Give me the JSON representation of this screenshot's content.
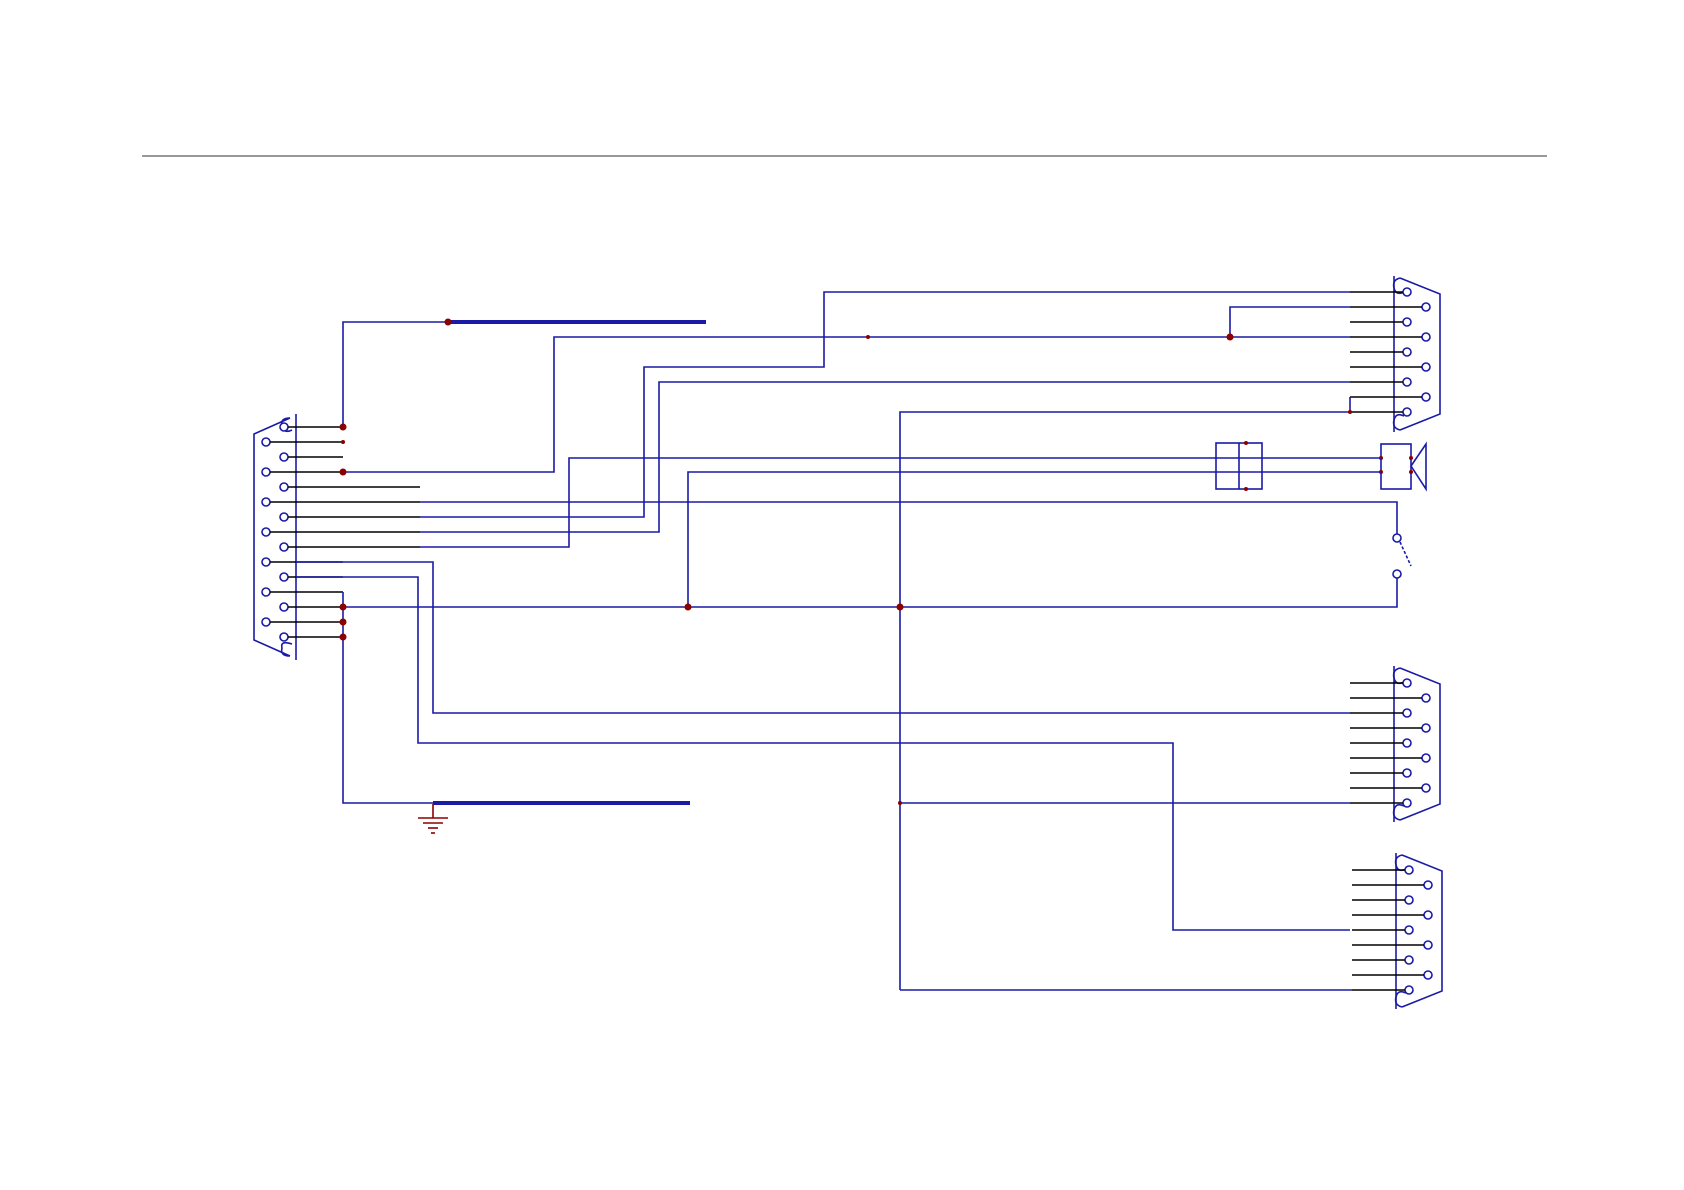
{
  "diagram": {
    "type": "schematic",
    "description_visible_text": "",
    "colors": {
      "wire": "#1a1aa6",
      "junction": "#8b0000",
      "ground": "#8b0000",
      "lead": "#000000"
    },
    "components": [
      {
        "name": "db15-connector-main",
        "kind": "connector",
        "pins": 15
      },
      {
        "name": "db9-connector-top",
        "kind": "connector",
        "pins": 9
      },
      {
        "name": "db9-connector-middle",
        "kind": "connector",
        "pins": 9
      },
      {
        "name": "db9-connector-bottom",
        "kind": "connector",
        "pins": 9
      },
      {
        "name": "speaker",
        "kind": "speaker"
      },
      {
        "name": "capacitor-block",
        "kind": "component"
      },
      {
        "name": "switch",
        "kind": "switch"
      },
      {
        "name": "ground-symbol",
        "kind": "ground"
      }
    ]
  }
}
